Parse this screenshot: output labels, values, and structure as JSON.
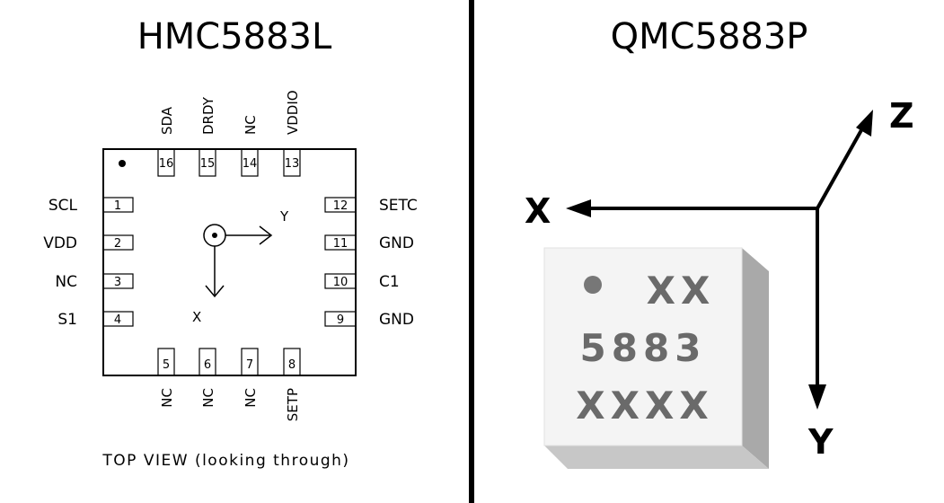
{
  "left": {
    "title": "HMC5883L",
    "footer": "TOP VIEW (looking through)",
    "axis_y": "Y",
    "axis_x": "X",
    "pins_top": [
      {
        "num": "16",
        "name": "SDA"
      },
      {
        "num": "15",
        "name": "DRDY"
      },
      {
        "num": "14",
        "name": "NC"
      },
      {
        "num": "13",
        "name": "VDDIO"
      }
    ],
    "pins_left": [
      {
        "num": "1",
        "name": "SCL"
      },
      {
        "num": "2",
        "name": "VDD"
      },
      {
        "num": "3",
        "name": "NC"
      },
      {
        "num": "4",
        "name": "S1"
      }
    ],
    "pins_right": [
      {
        "num": "12",
        "name": "SETC"
      },
      {
        "num": "11",
        "name": "GND"
      },
      {
        "num": "10",
        "name": "C1"
      },
      {
        "num": "9",
        "name": "GND"
      }
    ],
    "pins_bottom": [
      {
        "num": "5",
        "name": "NC"
      },
      {
        "num": "6",
        "name": "NC"
      },
      {
        "num": "7",
        "name": "NC"
      },
      {
        "num": "8",
        "name": "SETP"
      }
    ]
  },
  "right": {
    "title": "QMC5883P",
    "axis_x": "X",
    "axis_y": "Y",
    "axis_z": "Z",
    "chip_line1": "XX",
    "chip_line2": "5883",
    "chip_line3": "XXXX"
  },
  "colors": {
    "line": "#000000",
    "chip_face": "#f4f4f4",
    "chip_side": "#b8b8b8",
    "chip_text": "#6a6a6a"
  }
}
